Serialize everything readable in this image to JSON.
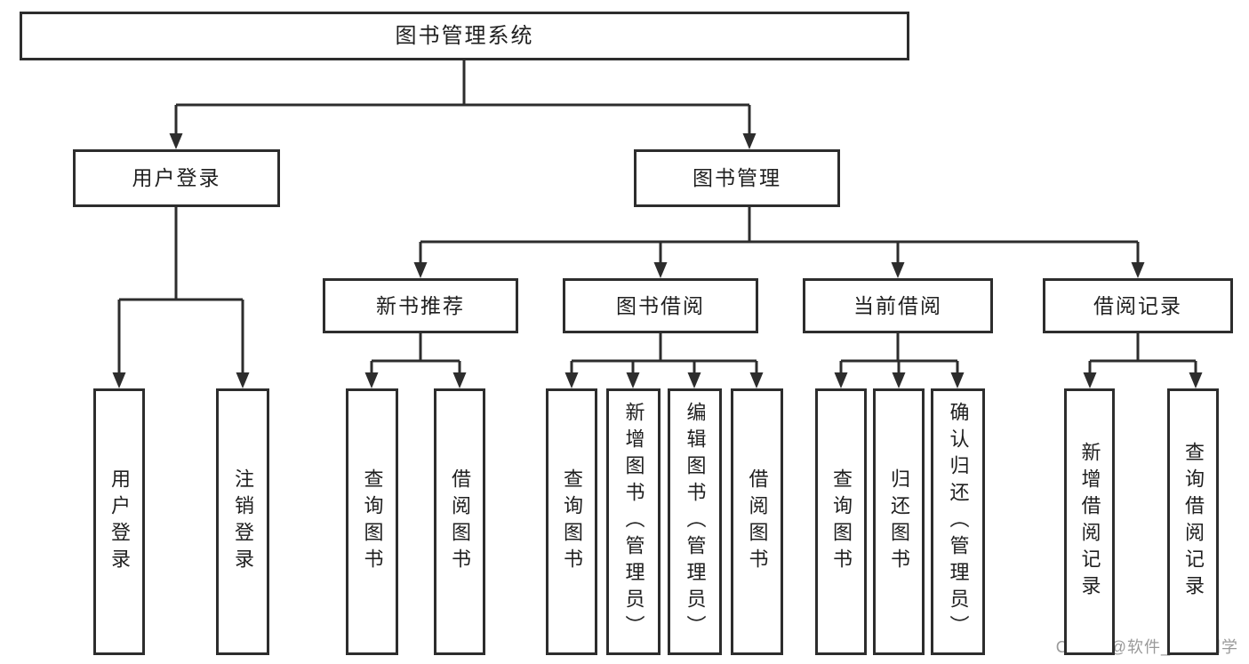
{
  "diagram": {
    "nodes": {
      "root": "图书管理系统",
      "user_login": "用户登录",
      "book_management": "图书管理",
      "new_book_recommend": "新书推荐",
      "book_borrowing": "图书借阅",
      "current_borrowing": "当前借阅",
      "borrowing_records": "借阅记录",
      "leaf_user_login": "用户登录",
      "leaf_logout": "注销登录",
      "leaf_query_books_a": "查询图书",
      "leaf_borrow_books_a": "借阅图书",
      "leaf_query_books_b": "查询图书",
      "leaf_add_books": "新增图书（管理员）",
      "leaf_edit_books": "编辑图书（管理员）",
      "leaf_borrow_books_b": "借阅图书",
      "leaf_query_books_c": "查询图书",
      "leaf_return_books": "归还图书",
      "leaf_confirm_return": "确认归还（管理员）",
      "leaf_add_borrow_record": "新增借阅记录",
      "leaf_query_borrow_record": "查询借阅记录"
    },
    "hierarchy": {
      "root": [
        "user_login",
        "book_management"
      ],
      "user_login": [
        "leaf_user_login",
        "leaf_logout"
      ],
      "book_management": [
        "new_book_recommend",
        "book_borrowing",
        "current_borrowing",
        "borrowing_records"
      ],
      "new_book_recommend": [
        "leaf_query_books_a",
        "leaf_borrow_books_a"
      ],
      "book_borrowing": [
        "leaf_query_books_b",
        "leaf_add_books",
        "leaf_edit_books",
        "leaf_borrow_books_b"
      ],
      "current_borrowing": [
        "leaf_query_books_c",
        "leaf_return_books",
        "leaf_confirm_return"
      ],
      "borrowing_records": [
        "leaf_add_borrow_record",
        "leaf_query_borrow_record"
      ]
    }
  },
  "watermark": {
    "text": "CSDN @软件_小贺同学"
  },
  "colors": {
    "line": "#2d2d2d",
    "text": "#1f1f1f",
    "background": "#ffffff",
    "watermark": "#9a9a9a"
  }
}
